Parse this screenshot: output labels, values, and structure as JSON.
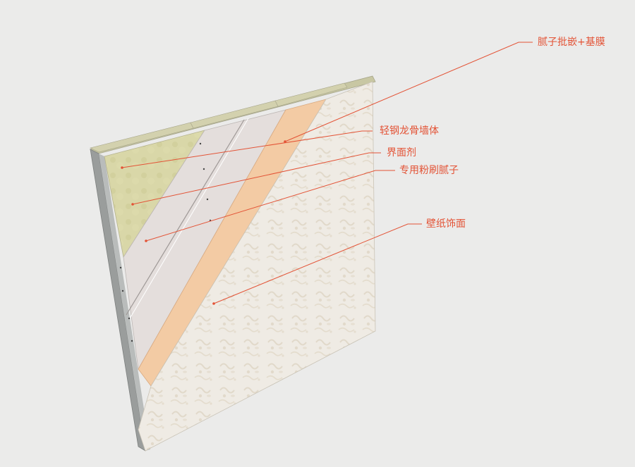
{
  "colors": {
    "background": "#ebebea",
    "leader_line": "#e35336",
    "label_text": "#e35336",
    "stud_wall": "#d8d6a6",
    "interface_agent": "#e4dedc",
    "putty": "#f3cba4",
    "wallpaper": "#efebe4",
    "frame_edge": "#9a9d9c"
  },
  "labels": {
    "putty_mesh": "腻子批嵌+基膜",
    "stud_wall": "轻钢龙骨墙体",
    "interface_agent": "界面剂",
    "brush_putty": "专用粉刷腻子",
    "wallpaper": "壁纸饰面"
  }
}
